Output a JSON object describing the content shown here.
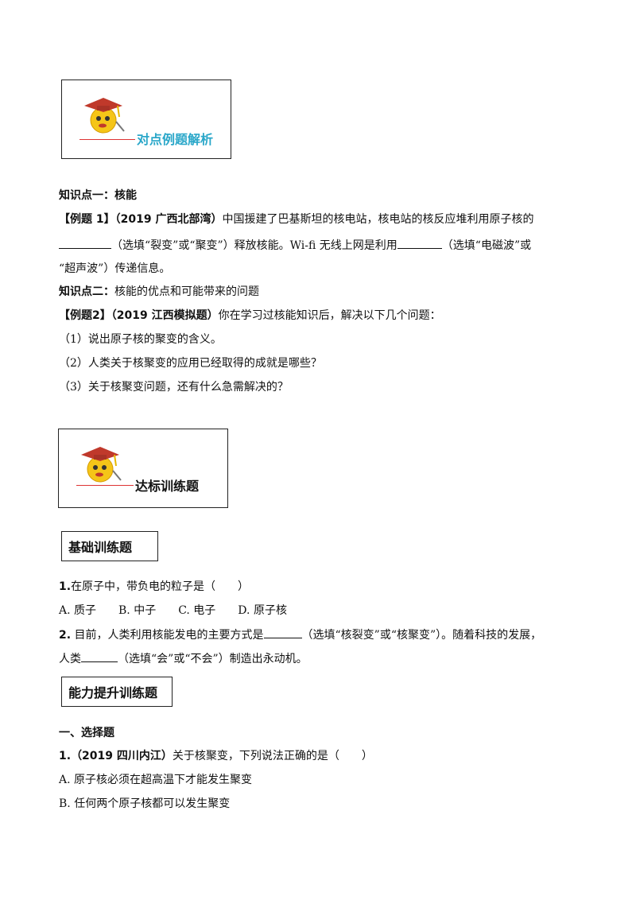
{
  "banner1": {
    "label": "对点例题解析"
  },
  "banner2": {
    "label": "达标训练题"
  },
  "k1": {
    "label": "知识点一：",
    "topic": "核能"
  },
  "ex1": {
    "tag": "【例题 1】",
    "source": "（2019 广西北部湾）",
    "text1": "中国援建了巴基斯坦的核电站，核电站的核反应堆利用原子核的",
    "text2a": "（选填“裂变”或“聚变”）释放核能。Wi-fi 无线上网是利用",
    "text2b": "（选填“电磁波”或",
    "text3": "“超声波”）传递信息。"
  },
  "k2": {
    "label": "知识点二：",
    "topic": "核能的优点和可能带来的问题"
  },
  "ex2": {
    "tag": "【例题2】",
    "source": "（2019 江西模拟题）",
    "text": "你在学习过核能知识后，解决以下几个问题：",
    "q1": "（1）说出原子核的聚变的含义。",
    "q2": "（2）人类关于核聚变的应用已经取得的成就是哪些？",
    "q3": "（3）关于核聚变问题，还有什么急需解决的？"
  },
  "basic": {
    "title": "基础训练题"
  },
  "b1": {
    "num": "1.",
    "text": "在原子中，带负电的粒子是（　　）",
    "options": "A. 质子　　B. 中子　　C. 电子　　D. 原子核"
  },
  "b2": {
    "num": "2.",
    "text1a": "目前，人类利用核能发电的主要方式是",
    "text1b": "（选填“核裂变”或“核聚变”）。随着科技的发展，",
    "text2a": "人类",
    "text2b": "（选填“会”或“不会”）制造出永动机。"
  },
  "advanced": {
    "title": "能力提升训练题"
  },
  "sec1": {
    "title": "一、选择题"
  },
  "c1": {
    "num": "1.",
    "source": "（2019 四川内江）",
    "text": "关于核聚变，下列说法正确的是（　　）",
    "optA": "A. 原子核必须在超高温下才能发生聚变",
    "optB": "B. 任何两个原子核都可以发生聚变"
  }
}
